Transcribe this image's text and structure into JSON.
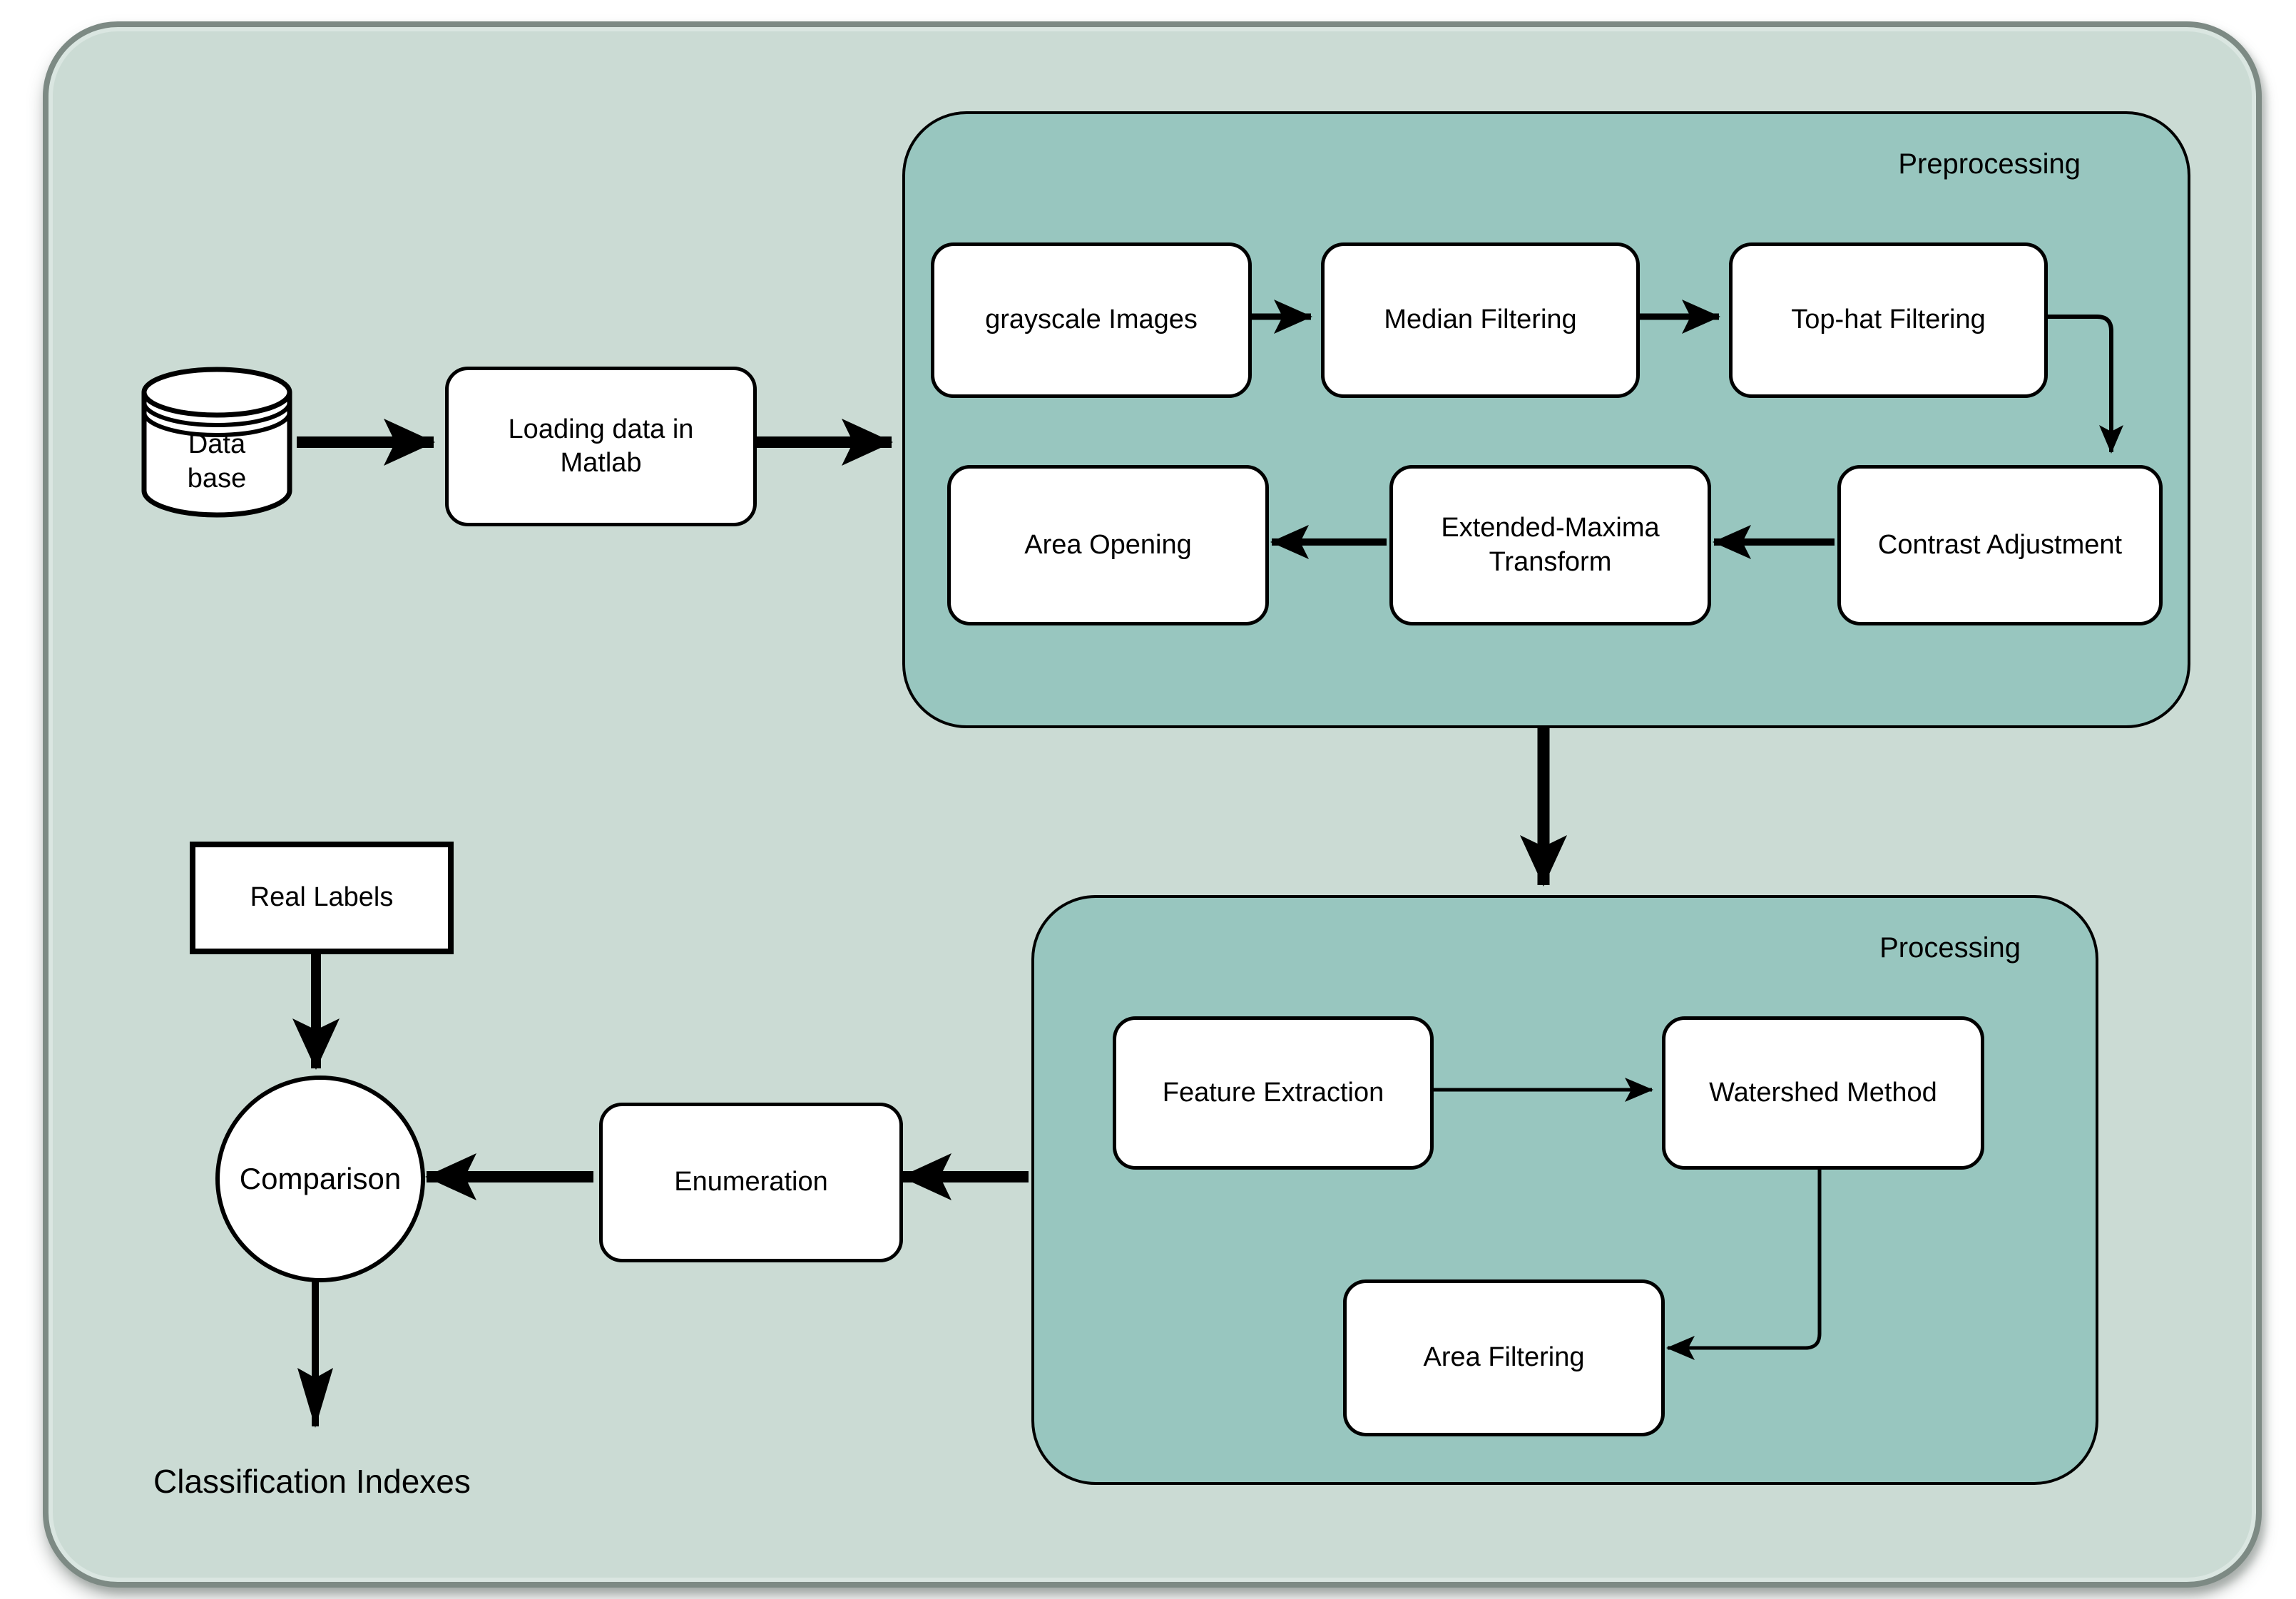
{
  "groups": {
    "preprocessing": {
      "label": "Preprocessing"
    },
    "processing": {
      "label": "Processing"
    }
  },
  "nodes": {
    "database": {
      "lines": [
        "Data",
        "base"
      ]
    },
    "loading": {
      "lines": [
        "Loading data in",
        "Matlab"
      ]
    },
    "grayscale": {
      "label": "grayscale Images"
    },
    "median": {
      "label": "Median Filtering"
    },
    "tophat": {
      "label": "Top-hat Filtering"
    },
    "contrast": {
      "label": "Contrast Adjustment"
    },
    "extended": {
      "lines": [
        "Extended-Maxima",
        "Transform"
      ]
    },
    "area_opening": {
      "label": "Area Opening"
    },
    "feature": {
      "label": "Feature Extraction"
    },
    "watershed": {
      "label": "Watershed Method"
    },
    "area_filtering": {
      "label": "Area Filtering"
    },
    "real_labels": {
      "label": "Real Labels"
    },
    "comparison": {
      "label": "Comparison"
    },
    "enumeration": {
      "label": "Enumeration"
    },
    "classification": {
      "label": "Classification Indexes"
    }
  },
  "colors": {
    "outer_fill": "#cbdbd4",
    "outer_border": "#7d8a84",
    "group_fill": "#98c6bf",
    "node_fill": "#ffffff",
    "line": "#000000"
  }
}
